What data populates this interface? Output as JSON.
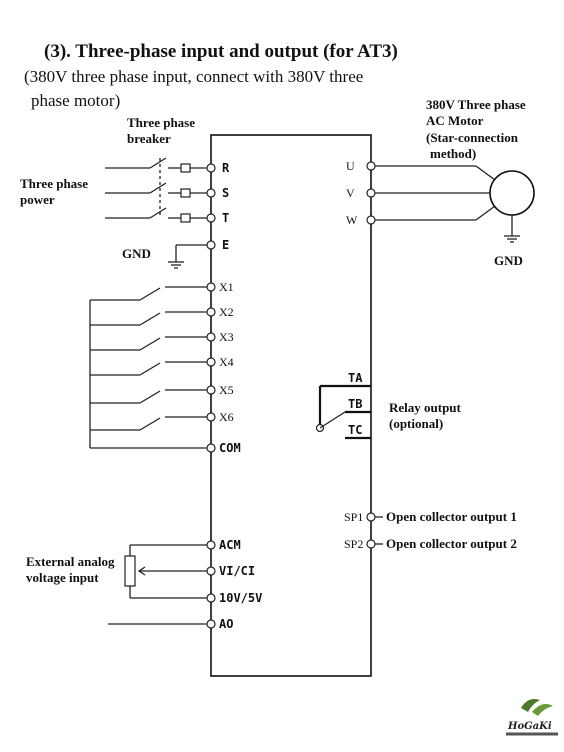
{
  "title": "(3). Three-phase input and output (for AT3)",
  "subtitle_line1": "(380V three phase input, connect with 380V three",
  "subtitle_line2": "phase motor)",
  "labels": {
    "breaker_line1": "Three phase",
    "breaker_line2": "breaker",
    "power_line1": "Three phase",
    "power_line2": "power",
    "gnd_left": "GND",
    "motor_line1": "380V Three phase",
    "motor_line2": "AC Motor",
    "motor_line3": "(Star-connection",
    "motor_line4": "method)",
    "gnd_right": "GND",
    "relay_line1": "Relay output",
    "relay_line2": "(optional)",
    "oc1": "Open collector output 1",
    "oc2": "Open collector output 2",
    "analog_line1": "External analog",
    "analog_line2": "voltage input"
  },
  "terminals_left": {
    "R": "R",
    "S": "S",
    "T": "T",
    "E": "E",
    "X1": "X1",
    "X2": "X2",
    "X3": "X3",
    "X4": "X4",
    "X5": "X5",
    "X6": "X6",
    "COM": "COM",
    "ACM": "ACM",
    "VICI": "VI/CI",
    "V10": "10V/5V",
    "AO": "AO"
  },
  "terminals_right": {
    "U": "U",
    "V": "V",
    "W": "W",
    "TA": "TA",
    "TB": "TB",
    "TC": "TC",
    "SP1": "SP1",
    "SP2": "SP2"
  },
  "logo": {
    "name": "HoGaKi"
  }
}
